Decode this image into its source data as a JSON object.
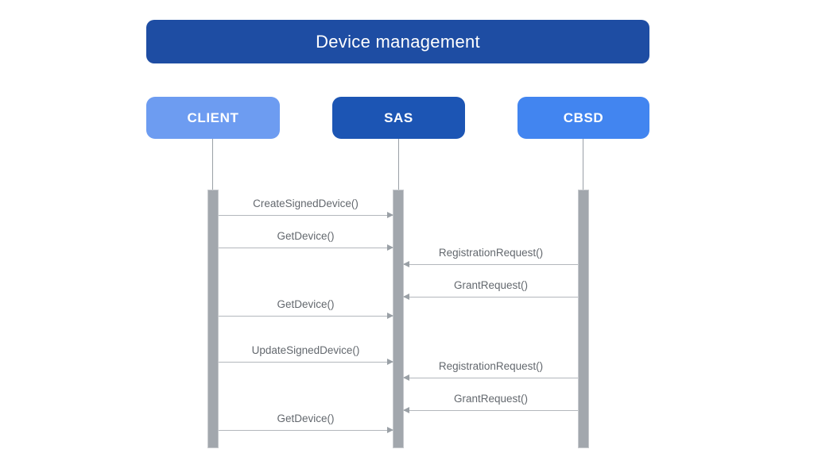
{
  "title": {
    "label": "Device management",
    "bg": "#1e4da3",
    "text_color": "#ffffff"
  },
  "actors": [
    {
      "id": "client",
      "label": "CLIENT",
      "bg": "#6d9cf1"
    },
    {
      "id": "sas",
      "label": "SAS",
      "bg": "#1c55b4"
    },
    {
      "id": "cbsd",
      "label": "CBSD",
      "bg": "#4285f0"
    }
  ],
  "messages": [
    {
      "label": "CreateSignedDevice()",
      "from": "CLIENT",
      "to": "SAS",
      "direction": "right"
    },
    {
      "label": "GetDevice()",
      "from": "CLIENT",
      "to": "SAS",
      "direction": "right"
    },
    {
      "label": "RegistrationRequest()",
      "from": "CBSD",
      "to": "SAS",
      "direction": "left"
    },
    {
      "label": "GrantRequest()",
      "from": "CBSD",
      "to": "SAS",
      "direction": "left"
    },
    {
      "label": "GetDevice()",
      "from": "CLIENT",
      "to": "SAS",
      "direction": "right"
    },
    {
      "label": "UpdateSignedDevice()",
      "from": "CLIENT",
      "to": "SAS",
      "direction": "right"
    },
    {
      "label": "RegistrationRequest()",
      "from": "CBSD",
      "to": "SAS",
      "direction": "left"
    },
    {
      "label": "GrantRequest()",
      "from": "CBSD",
      "to": "SAS",
      "direction": "left"
    },
    {
      "label": "GetDevice()",
      "from": "CLIENT",
      "to": "SAS",
      "direction": "right"
    }
  ],
  "colors": {
    "background": "#ffffff",
    "lifeline": "#9aa0a6",
    "activation_bar": "#a2a7ad",
    "arrow_line": "#b3b7bc",
    "arrow_head": "#9aa0a6",
    "message_text": "#63686e"
  }
}
